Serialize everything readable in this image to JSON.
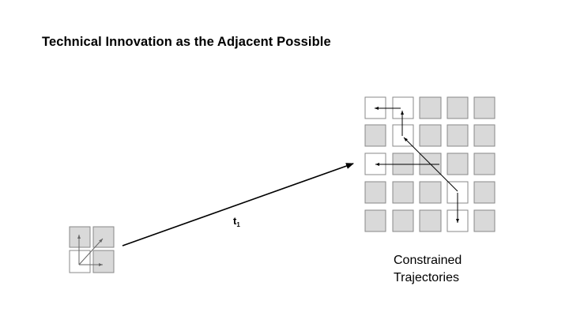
{
  "slide": {
    "title": "Technical Innovation as the Adjacent Possible",
    "time_label": {
      "base": "t",
      "subscript": "1"
    },
    "caption_lines": [
      "Constrained",
      "Trajectories"
    ]
  },
  "colors": {
    "cell_fill": "#d9d9d9",
    "cell_open": "#ffffff",
    "cell_stroke": "#888888",
    "arrow": "#000000",
    "small_arrow": "#666666"
  }
}
